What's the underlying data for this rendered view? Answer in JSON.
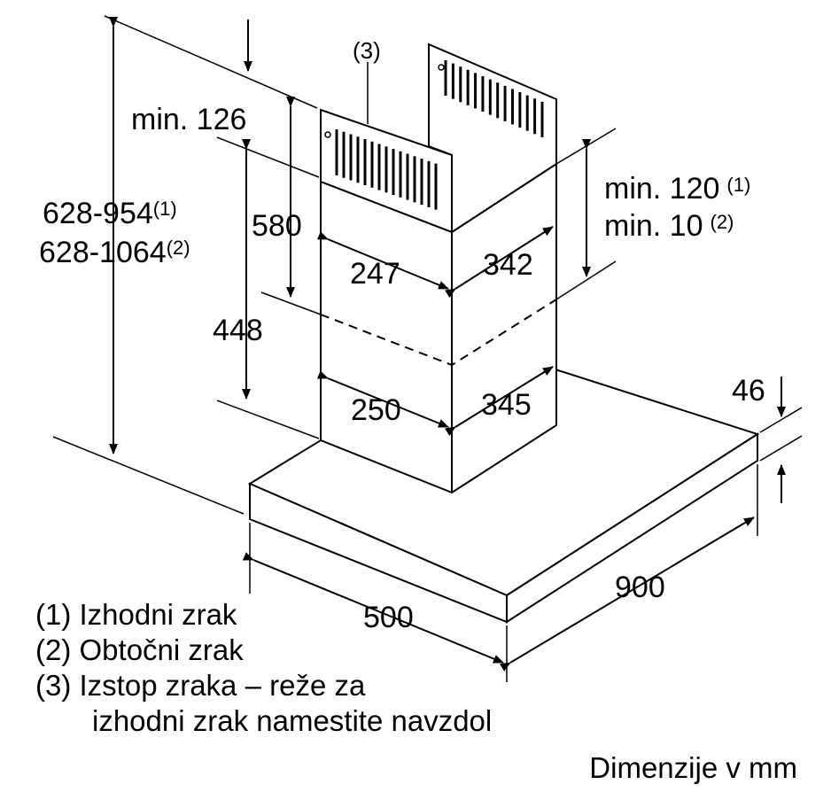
{
  "dimensions": {
    "min_126": "min. 126",
    "d580": "580",
    "d448": "448",
    "total_height_1": "628-954",
    "total_height_1_note": "(1)",
    "total_height_2": "628-1064",
    "total_height_2_note": "(2)",
    "min_120": "min. 120",
    "min_120_note": "(1)",
    "min_10": "min. 10",
    "min_10_note": "(2)",
    "d247": "247",
    "d342": "342",
    "d250": "250",
    "d345": "345",
    "d46": "46",
    "d500": "500",
    "d900": "900",
    "outlet_note": "(3)"
  },
  "legend": {
    "item1": "(1) Izhodni zrak",
    "item2": "(2) Obtočni zrak",
    "item3_line1": "(3) Izstop zraka – reže za",
    "item3_line2": "izhodni zrak namestite navzdol"
  },
  "units": "Dimenzije v mm",
  "colors": {
    "stroke": "#000000",
    "background": "#ffffff"
  }
}
